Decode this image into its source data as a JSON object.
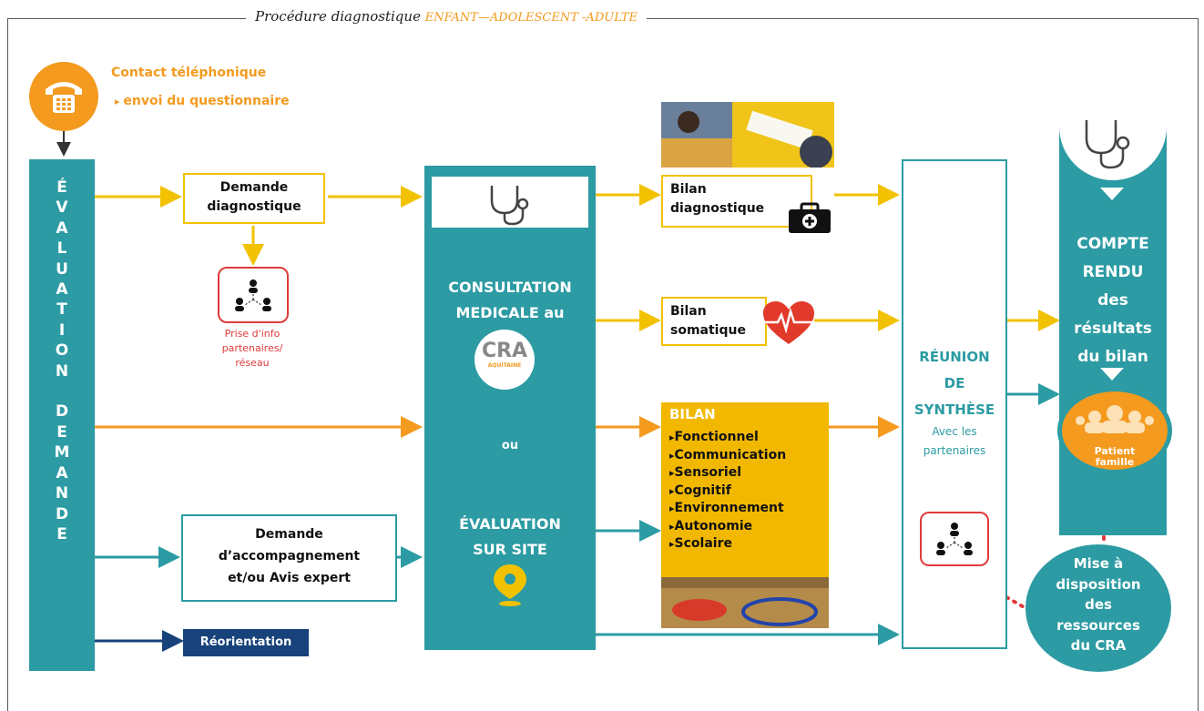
{
  "title": {
    "main": "Procédure diagnostique",
    "highlight": "ENFANT—ADOLESCENT -ADULTE"
  },
  "contact": {
    "line1": "Contact téléphonique",
    "line2": "envoi du questionnaire"
  },
  "left_column": {
    "text": "É\nV\nA\nL\nU\nA\nT\nI\nO\nN\n \nD\nE\nM\nA\nN\nD\nE"
  },
  "boxes": {
    "demande_diagnostique": "Demande\ndiagnostique",
    "demande_accompagnement": "Demande\nd’accompagnement\net/ou Avis expert",
    "bilan_diagnostique": "Bilan\ndiagnostique",
    "bilan_somatique": "Bilan\nsomatique"
  },
  "prise_info": "Prise d'info\npartenaires/\nréseau",
  "reorientation": "Réorientation",
  "center_column": {
    "consultation": "CONSULTATION\nMEDICALE au",
    "ou": "ou",
    "evaluation": "ÉVALUATION\nSUR SITE",
    "logo_text": "CRA",
    "logo_sub": "AQUITAINE"
  },
  "bilan": {
    "title": "BILAN",
    "items": [
      "Fonctionnel",
      "Communication",
      "Sensoriel",
      "Cognitif",
      "Environnement",
      "Autonomie",
      "Scolaire"
    ]
  },
  "synthese": {
    "title": "RÉUNION\nDE\nSYNTHÈSE",
    "sub": "Avec les\npartenaires"
  },
  "right_column": {
    "compte_rendu": "COMPTE\nRENDU\ndes\nrésultats\ndu bilan",
    "patient": "Patient\nfamille"
  },
  "mise": "Mise à\ndisposition\ndes\nressources\ndu CRA",
  "colors": {
    "teal": "#2c9ba3",
    "orange": "#f39a1f",
    "yellow": "#f2c200",
    "navy": "#17427a",
    "red": "#e03a3a"
  }
}
